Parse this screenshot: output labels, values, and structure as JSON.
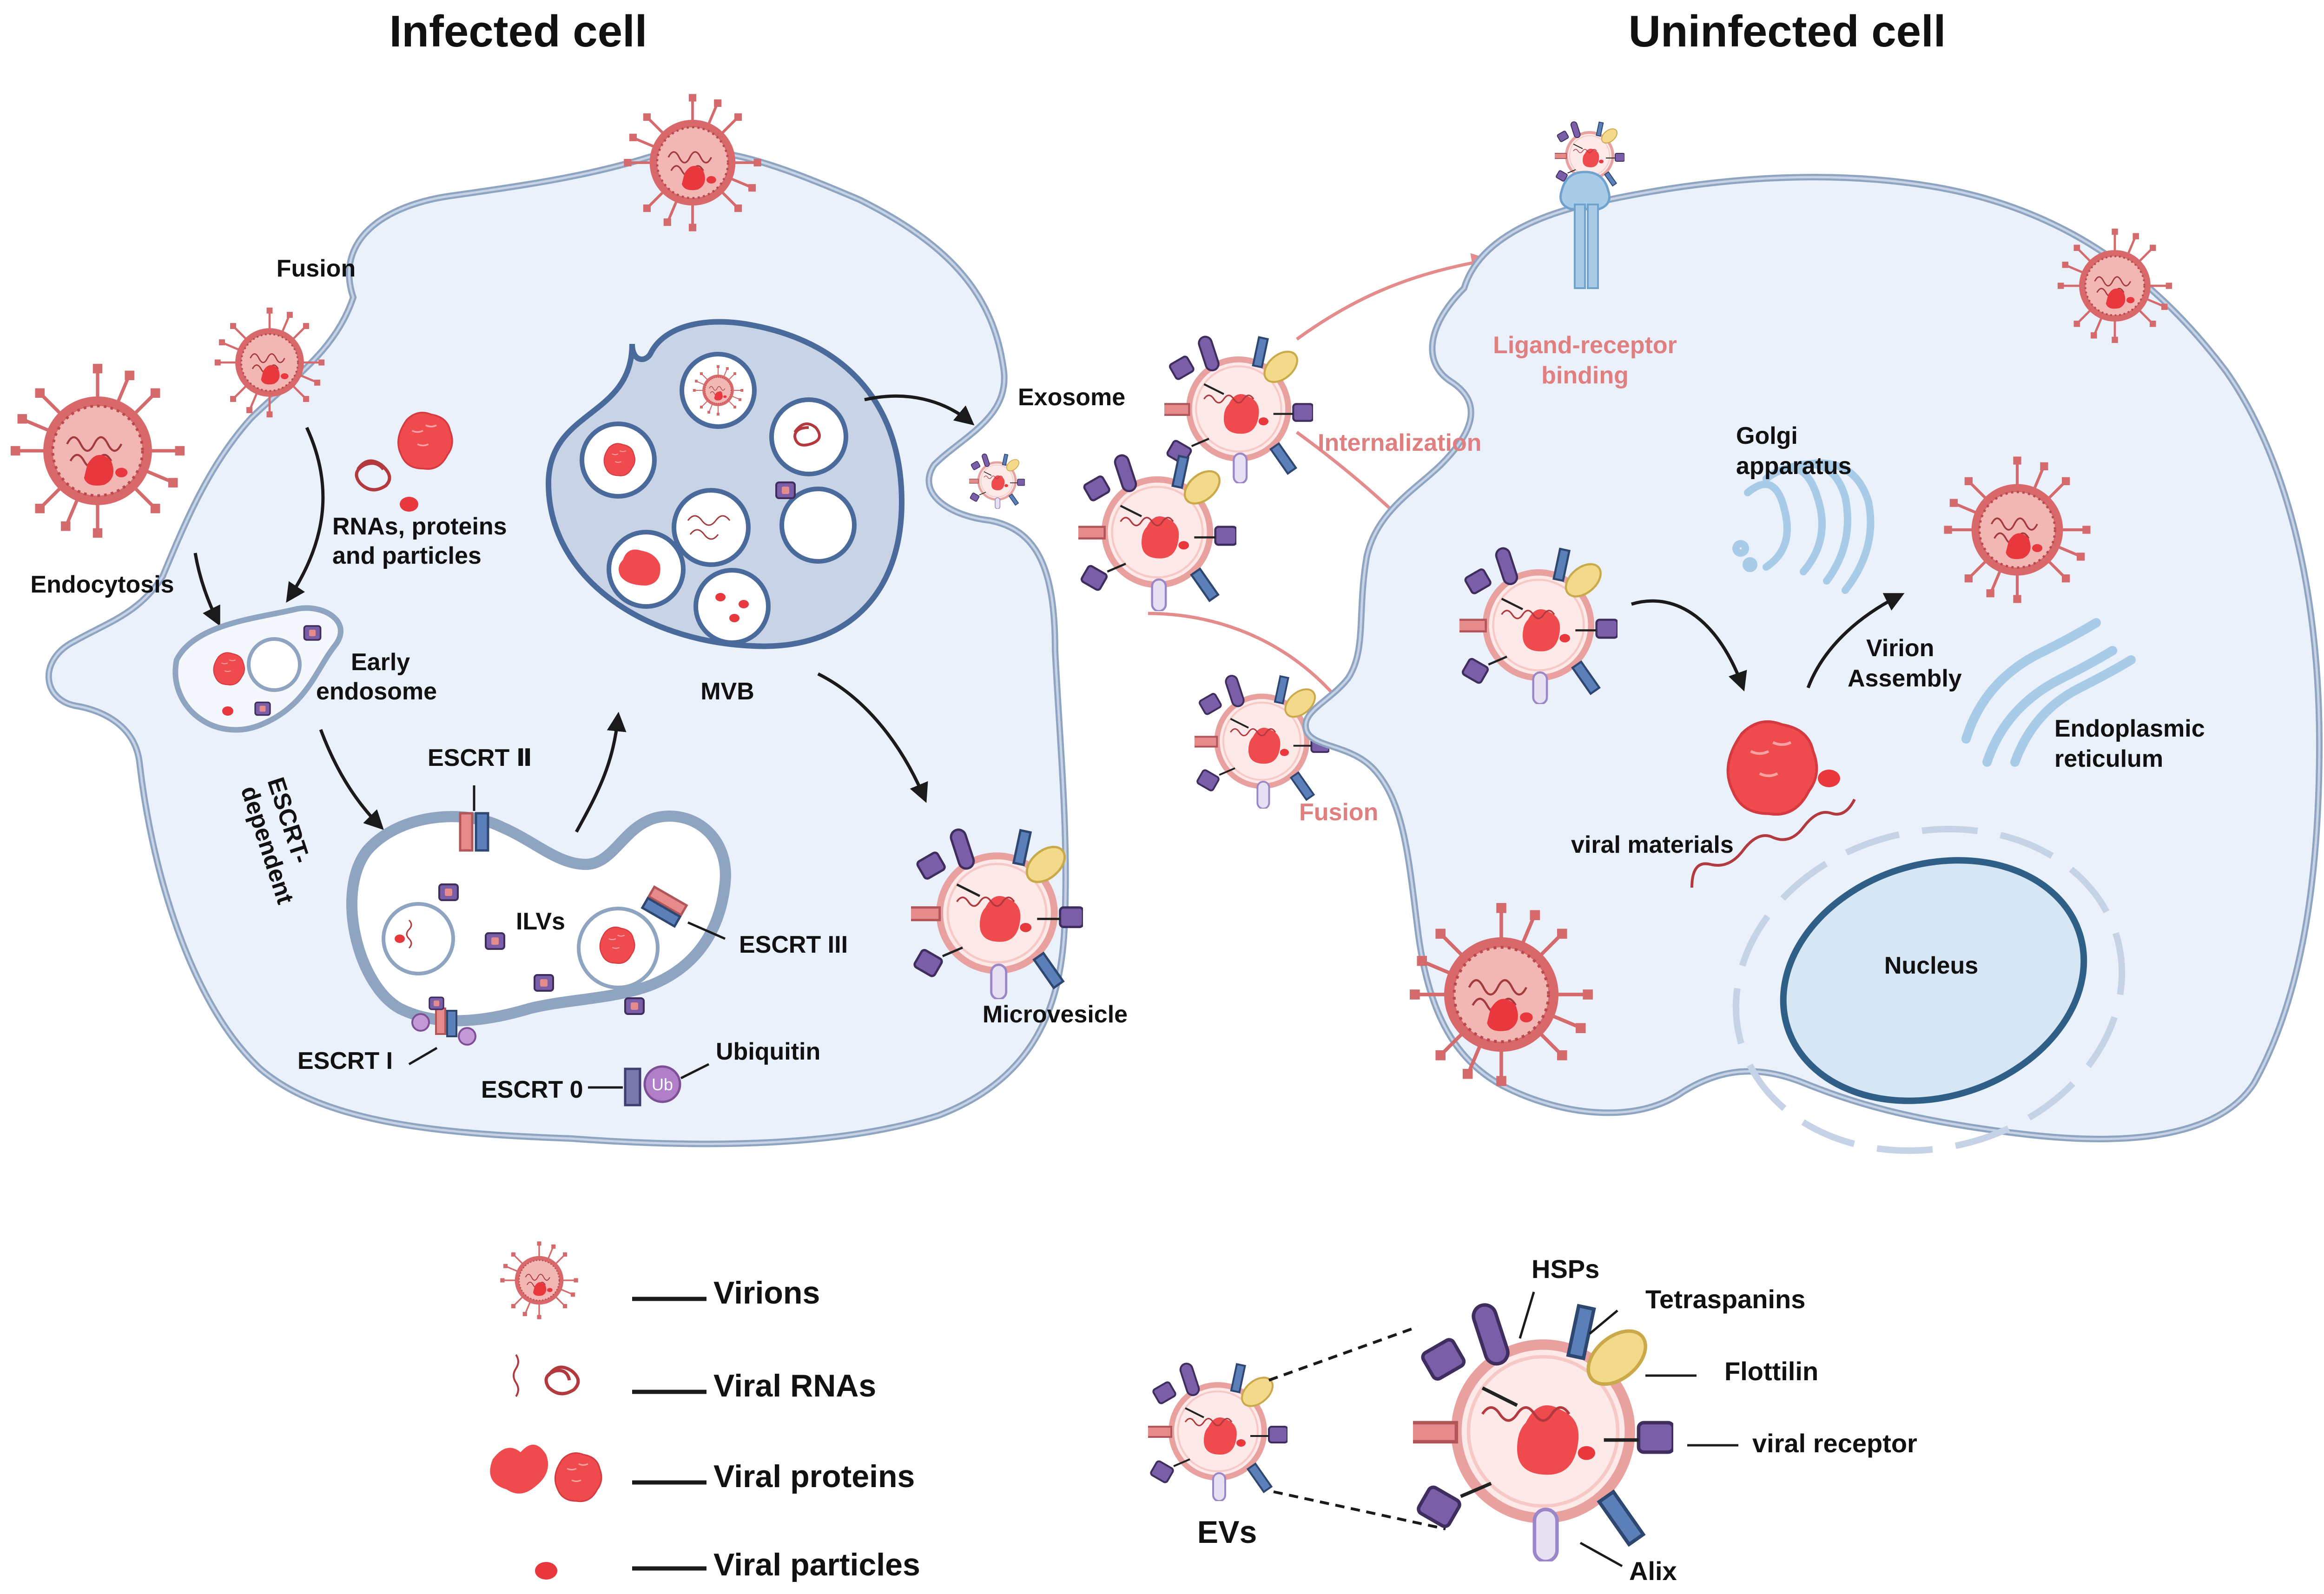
{
  "titles": {
    "infected": "Infected cell",
    "uninfected": "Uninfected cell"
  },
  "infected_labels": {
    "fusion": "Fusion",
    "endocytosis": "Endocytosis",
    "rnas_line1": "RNAs, proteins",
    "rnas_line2": "and particles",
    "early_line1": "Early",
    "early_line2": "endosome",
    "escrt_dep_line1": "ESCRT-",
    "escrt_dep_line2": "dependent",
    "escrt2": "ESCRT Ⅱ",
    "escrt3": "ESCRT III",
    "escrt1": "ESCRT I",
    "escrt0": "ESCRT 0",
    "ubiquitin": "Ubiquitin",
    "ub_badge": "Ub",
    "ilvs": "ILVs",
    "mvb": "MVB",
    "exosome": "Exosome",
    "microvesicle": "Microvesicle"
  },
  "transfer_labels": {
    "ligand_line1": "Ligand-receptor",
    "ligand_line2": "binding",
    "internalization": "Internalization",
    "fusion": "Fusion"
  },
  "uninfected_labels": {
    "golgi_line1": "Golgi",
    "golgi_line2": "apparatus",
    "virion_line1": "Virion",
    "virion_line2": "Assembly",
    "er_line1": "Endoplasmic",
    "er_line2": "reticulum",
    "viral_materials": "viral materials",
    "nucleus": "Nucleus"
  },
  "legend": {
    "virions": "Virions",
    "viral_rnas": "Viral RNAs",
    "viral_proteins": "Viral proteins",
    "viral_particles": "Viral particles"
  },
  "ev_legend": {
    "evs": "EVs",
    "hsps": "HSPs",
    "tetraspanins": "Tetraspanins",
    "flottilin": "Flottilin",
    "viral_receptor": "viral receptor",
    "alix": "Alix"
  },
  "colors": {
    "cell_fill": "#eaf1fb",
    "cell_stroke": "#8fa4c0",
    "virion": "#d9686a",
    "protein": "#e8383d",
    "mvb_fill": "#c9d3e6",
    "mvb_stroke": "#4a6a9c",
    "pink_label": "#e07f80",
    "tetraspanin": "#5b7fb8",
    "receptor": "#7b5ea8",
    "flotillin": "#f3d98a"
  }
}
